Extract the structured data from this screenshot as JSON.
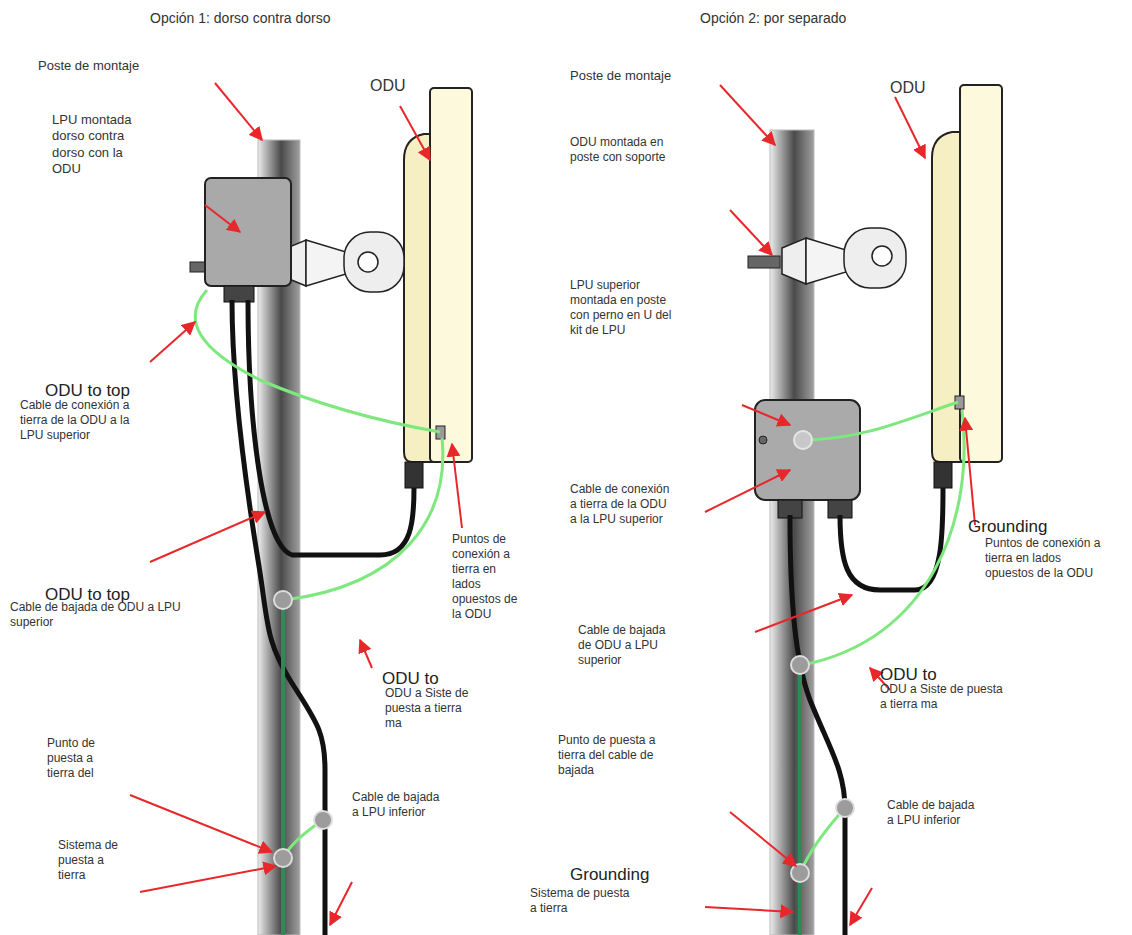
{
  "diagram": {
    "labels": [
      "Opción 1: dorso contra dorso",
      "Poste de montaje",
      "LPU montada dorso contra dorso con la ODU",
      "ODU",
      "ODU to top",
      "Cable de conexión a tierra de la ODU a la LPU superior",
      "ODU to top",
      "Cable de bajada de ODU a LPU superior",
      "Puntos de conexión a tierra en lados opuestos de la ODU",
      "ODU to",
      "ODU a Siste de puesta a tierra ma",
      "Punto de puesta a tierra del",
      "Cable de bajada a LPU inferior",
      "Sistema de puesta a tierra",
      "Opción 2: por separado",
      "Poste de montaje",
      "ODU",
      "ODU montada en poste con soporte",
      "LPU superior montada en poste con perno en U del kit de LPU",
      "Cable de conexión a tierra de la ODU a la LPU superior",
      "Grounding",
      "Puntos de conexión a tierra en lados opuestos de la ODU",
      "Cable de bajada de ODU a LPU superior",
      "ODU to",
      "ODU a Siste de puesta a tierra ma",
      "Punto de puesta a tierra del cable de bajada",
      "Cable de bajada a LPU inferior",
      "Grounding",
      "Sistema de puesta a tierra"
    ]
  }
}
